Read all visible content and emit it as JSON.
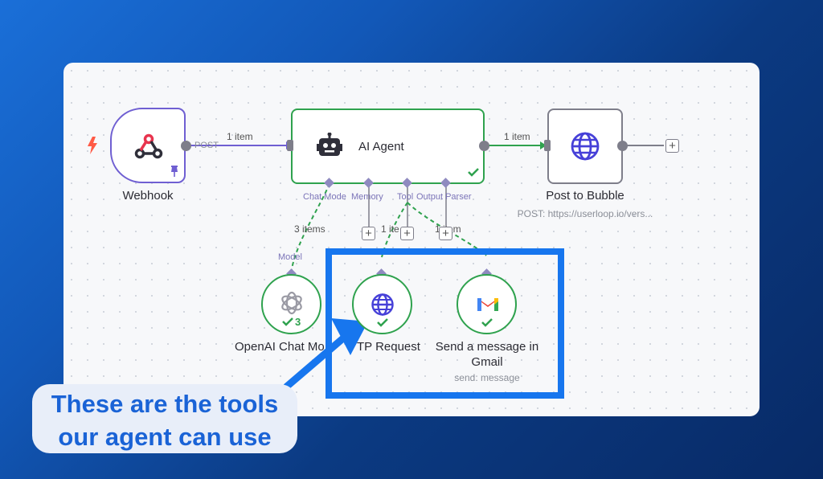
{
  "workflow": {
    "nodes": {
      "webhook": {
        "name": "Webhook",
        "method": "POST"
      },
      "ai_agent": {
        "name": "AI Agent"
      },
      "bubble": {
        "name": "Post to Bubble",
        "subtitle": "POST: https://userloop.io/vers..."
      },
      "openai": {
        "name": "OpenAI Chat Mo",
        "badge": "3"
      },
      "http": {
        "name": "TP Request"
      },
      "gmail": {
        "name_line1": "Send a message in",
        "name_line2": "Gmail",
        "subtitle": "send: message"
      }
    },
    "ports": {
      "chat_model": "Chat Mode",
      "memory": "Memory",
      "tool": "Tool",
      "output_parser": "Output Parser",
      "model": "Model"
    },
    "connections": {
      "webhook_to_agent": "1 item",
      "agent_to_bubble": "1 item",
      "model_items": "3 items",
      "tool_item_a": "1 ite",
      "tool_item_b": "1 item"
    },
    "add_symbol": "+"
  },
  "callout": {
    "line1": "These are the tools",
    "line2": "our agent can use"
  },
  "colors": {
    "accent_blue": "#1a63d6",
    "node_green": "#2fa24e",
    "port_purple": "#8f8ac0",
    "highlight": "#1776ee"
  }
}
